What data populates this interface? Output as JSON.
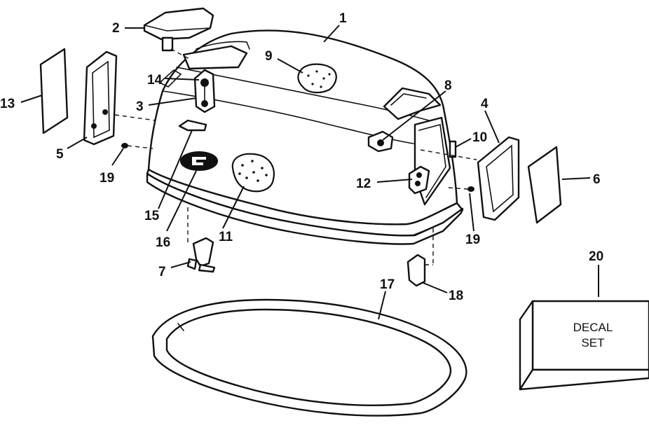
{
  "callouts": {
    "c1": "1",
    "c2": "2",
    "c3": "3",
    "c4": "4",
    "c5": "5",
    "c6": "6",
    "c7": "7",
    "c8": "8",
    "c9": "9",
    "c10": "10",
    "c11": "11",
    "c12": "12",
    "c13": "13",
    "c14": "14",
    "c15": "15",
    "c16": "16",
    "c17": "17",
    "c18": "18",
    "c19a": "19",
    "c19b": "19",
    "c20": "20"
  },
  "decal_box": {
    "line1": "DECAL",
    "line2": "SET"
  },
  "colors": {
    "ink": "#111111",
    "paper": "#ffffff"
  }
}
